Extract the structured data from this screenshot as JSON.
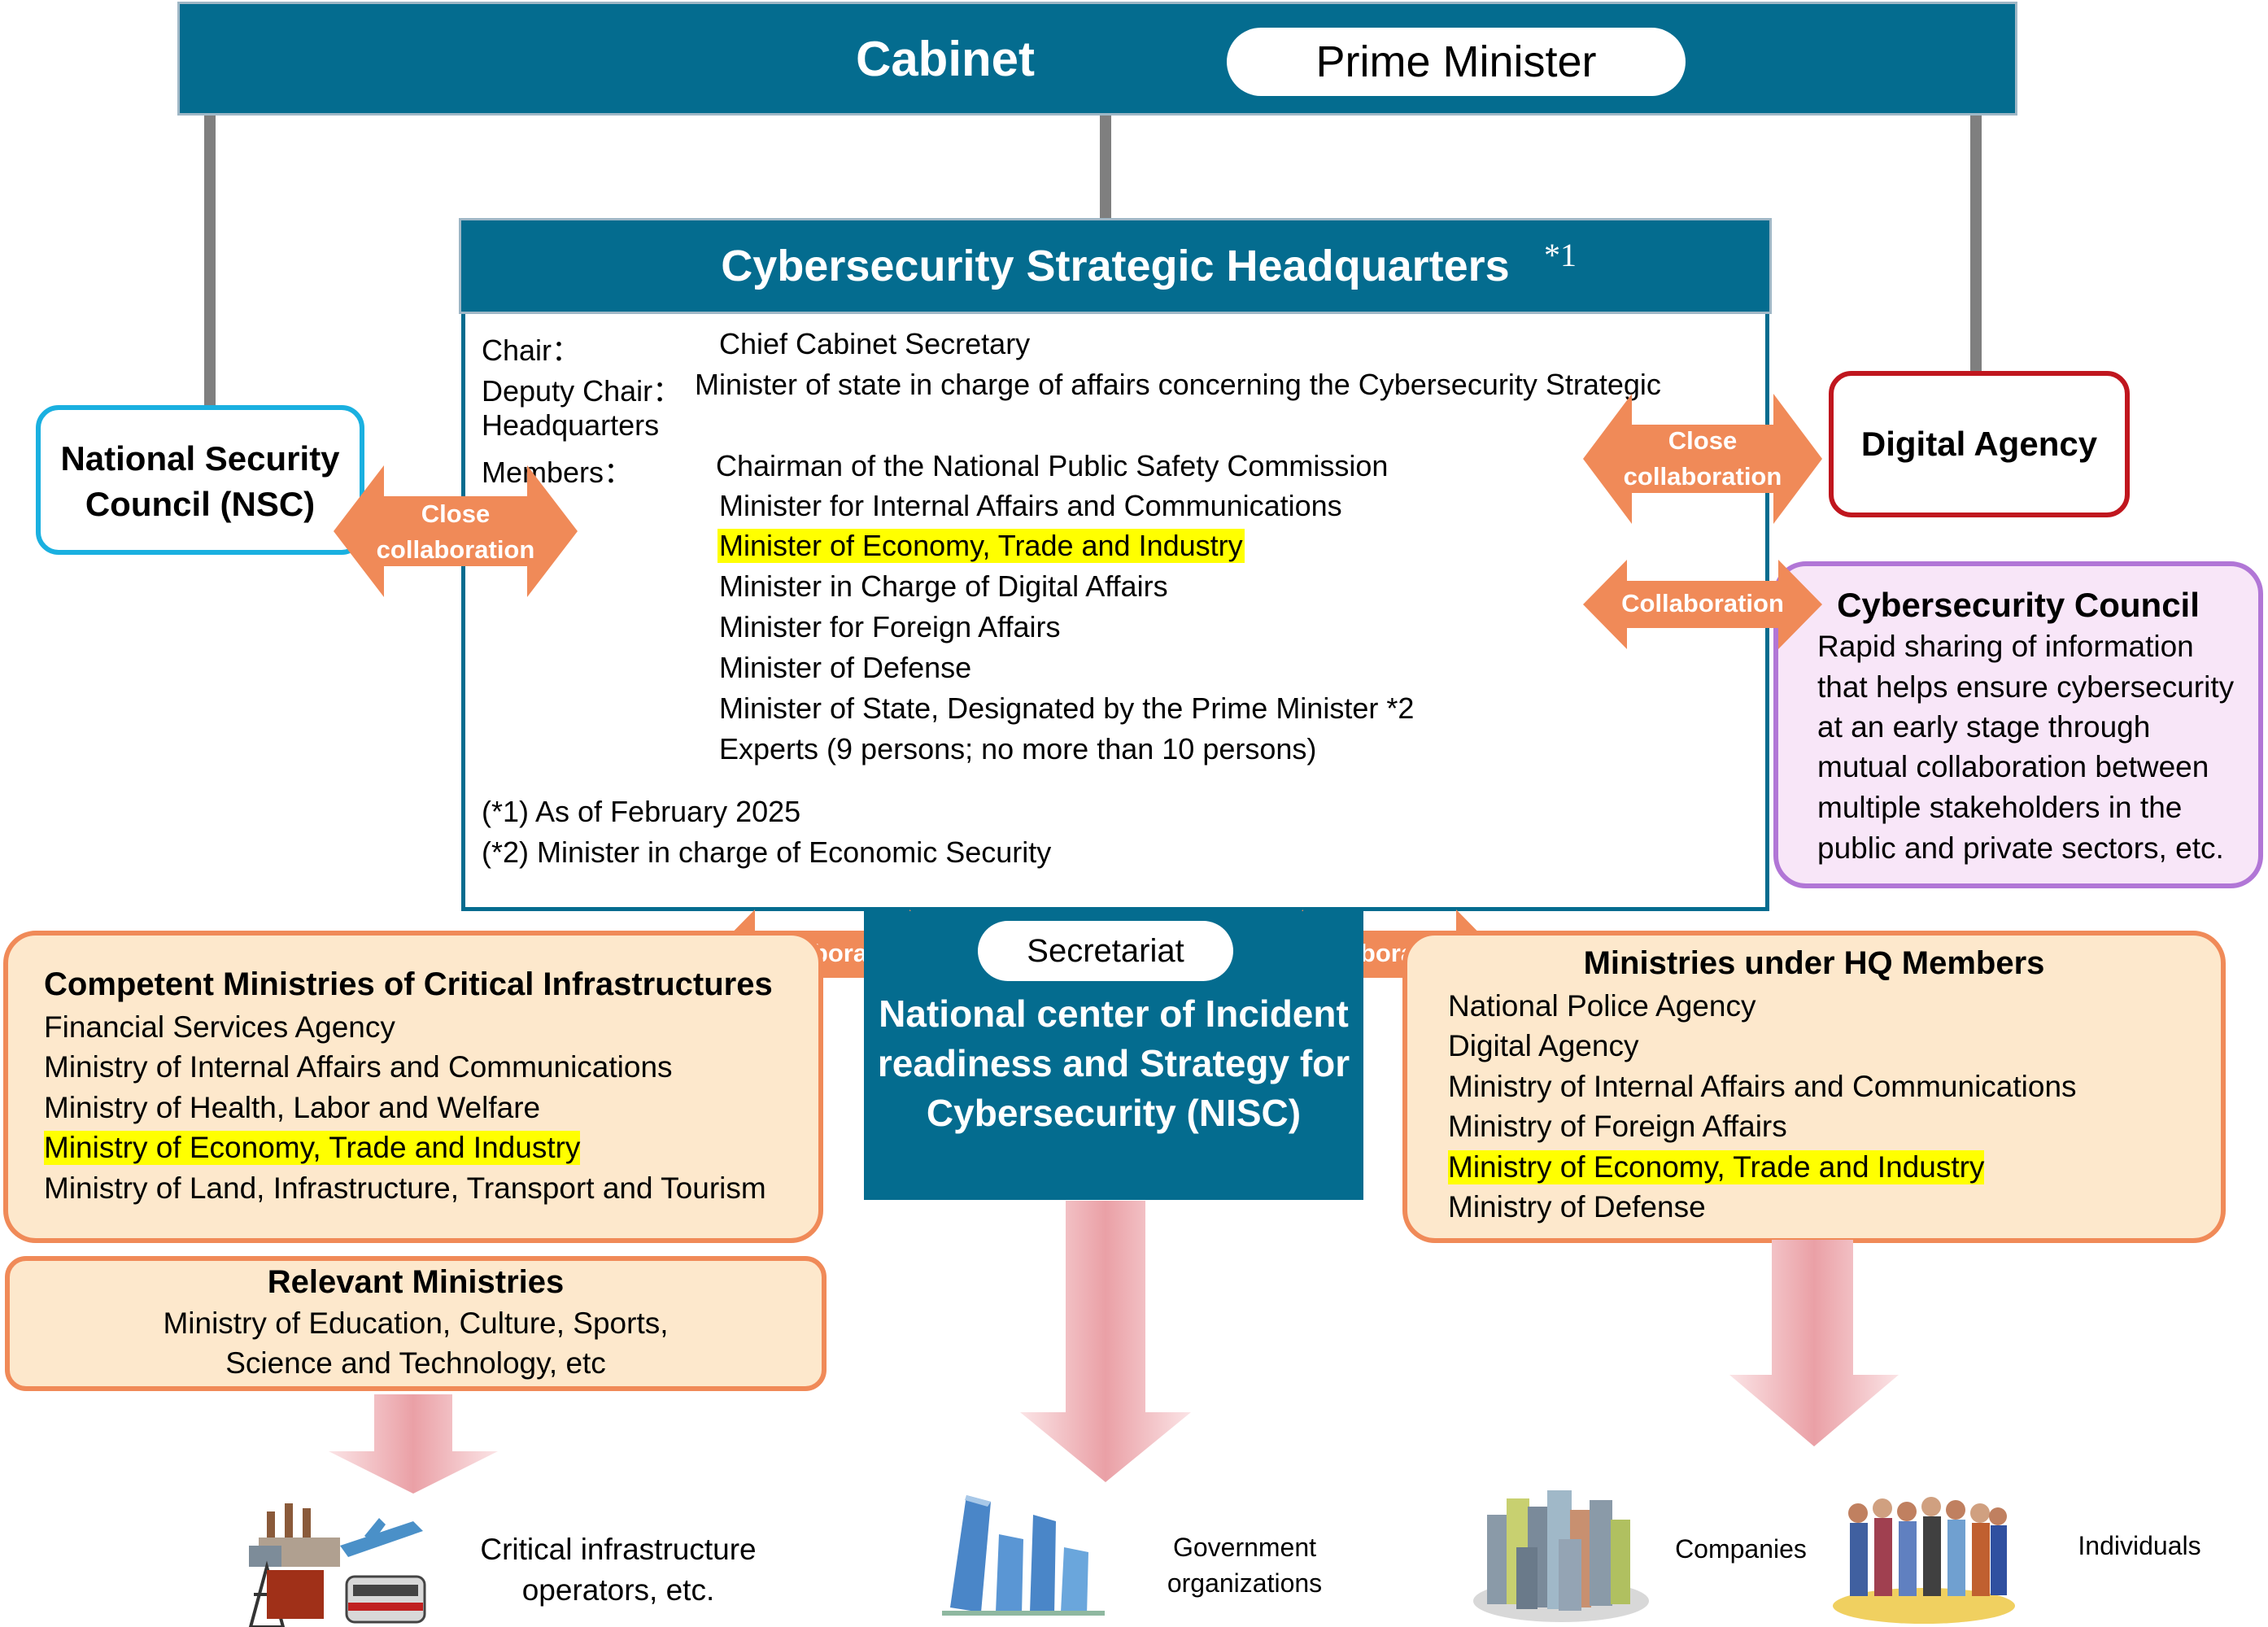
{
  "cabinet": {
    "title": "Cabinet",
    "head": "Prime Minister"
  },
  "hq": {
    "title": "Cybersecurity Strategic Headquarters",
    "note_mark": "*1",
    "chair_label": "Chair：",
    "chair_value": "Chief Cabinet Secretary",
    "deputy_label": "Deputy Chair：",
    "deputy_value_1": "Minister of state in charge of affairs concerning the Cybersecurity Strategic",
    "deputy_value_2": "Headquarters",
    "members_label": "Members：",
    "members": [
      "Chairman of the National Public Safety Commission",
      "Minister for Internal Affairs and Communications",
      "Minister of Economy, Trade and Industry",
      "Minister in Charge of Digital Affairs",
      "Minister for Foreign Affairs",
      "Minister of Defense",
      "Minister of State, Designated by the Prime Minister *2",
      "Experts (9 persons; no more than 10 persons)"
    ],
    "notes": [
      "(*1) As of February 2025",
      "(*2) Minister in charge of Economic Security"
    ]
  },
  "nsc": {
    "line1": "National Security",
    "line2": "Council (NSC)"
  },
  "digital_agency": {
    "label": "Digital Agency"
  },
  "cyber_council": {
    "title": "Cybersecurity Council",
    "lines": [
      "Rapid sharing of information",
      "that helps ensure cybersecurity",
      "at an early stage through",
      "mutual collaboration between",
      "multiple stakeholders in the",
      "public and private sectors, etc."
    ]
  },
  "arrows": {
    "close_1": "Close",
    "close_2": "collaboration",
    "collaboration": "Collaboration"
  },
  "nisc": {
    "secretariat": "Secretariat",
    "line1": "National center of Incident",
    "line2": "readiness and Strategy for",
    "line3": "Cybersecurity (NISC)"
  },
  "critical": {
    "title": "Competent Ministries of Critical Infrastructures",
    "items": [
      "Financial Services Agency",
      "Ministry of Internal Affairs and Communications",
      "Ministry of Health, Labor and Welfare",
      "Ministry of Economy, Trade and Industry",
      "Ministry of Land, Infrastructure, Transport and Tourism"
    ]
  },
  "relevant": {
    "title": "Relevant Ministries",
    "line1": "Ministry of Education, Culture, Sports,",
    "line2": "Science and Technology, etc"
  },
  "hq_members": {
    "title": "Ministries under HQ Members",
    "items": [
      "National Police Agency",
      "Digital Agency",
      "Ministry of Internal Affairs and Communications",
      "Ministry of Foreign Affairs",
      "Ministry of Economy, Trade and Industry",
      "Ministry of Defense"
    ]
  },
  "bottom": {
    "critical_1": "Critical infrastructure",
    "critical_2": "operators, etc.",
    "gov_1": "Government",
    "gov_2": "organizations",
    "companies": "Companies",
    "individuals": "Individuals"
  },
  "colors": {
    "teal": "#046c8f",
    "orange": "#f08a58",
    "orange_fill": "#fde8cc",
    "highlight": "#ffff00"
  }
}
